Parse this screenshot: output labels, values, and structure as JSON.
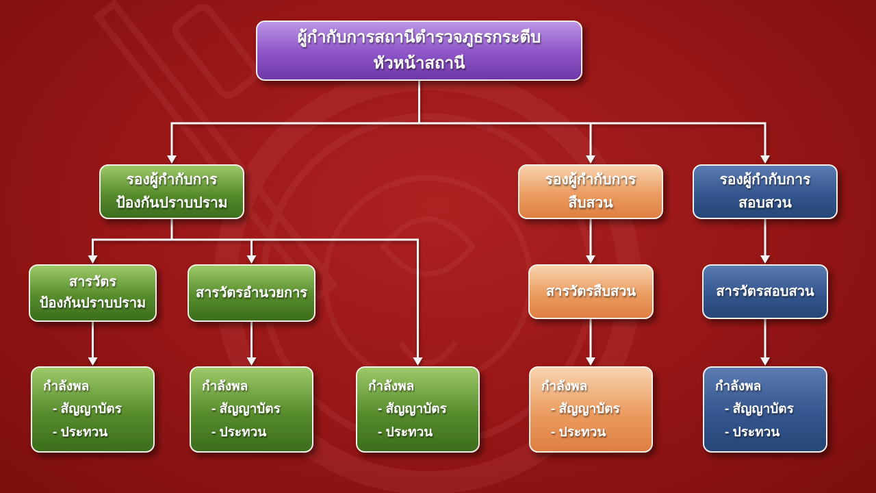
{
  "colors": {
    "background": "#9a1717",
    "line": "#f5f5f5",
    "purple": "#9058c8",
    "green": "#578c2d",
    "orange": "#eb9c60",
    "blue": "#35568e"
  },
  "org": {
    "root": {
      "line1": "ผู้กำกับการสถานีตำรวจภูธรกระตีบ",
      "line2": "หัวหน้าสถานี"
    },
    "deputy_prevention": {
      "line1": "รองผู้กำกับการ",
      "line2": "ป้องกันปราบปราม"
    },
    "deputy_investigation": {
      "line1": "รองผู้กำกับการ",
      "line2": "สืบสวน"
    },
    "deputy_interrogation": {
      "line1": "รองผู้กำกับการ",
      "line2": "สอบสวน"
    },
    "inspector_prevention": {
      "line1": "สารวัตร",
      "line2": "ป้องกันปราบปราม"
    },
    "inspector_admin": {
      "line1": "สารวัตรอำนวยการ"
    },
    "inspector_investigation": {
      "line1": "สารวัตรสืบสวน"
    },
    "inspector_interrogation": {
      "line1": "สารวัตรสอบสวน"
    },
    "personnel": [
      {
        "title": "กำลังพล",
        "items": [
          "- สัญญาบัตร",
          "- ประทวน"
        ]
      },
      {
        "title": "กำลังพล",
        "items": [
          "- สัญญาบัตร",
          "- ประทวน"
        ]
      },
      {
        "title": "กำลังพล",
        "items": [
          "- สัญญาบัตร",
          "- ประทวน"
        ]
      },
      {
        "title": "กำลังพล",
        "items": [
          "- สัญญาบัตร",
          "- ประทวน"
        ]
      },
      {
        "title": "กำลังพล",
        "items": [
          "- สัญญาบัตร",
          "- ประทวน"
        ]
      }
    ]
  }
}
